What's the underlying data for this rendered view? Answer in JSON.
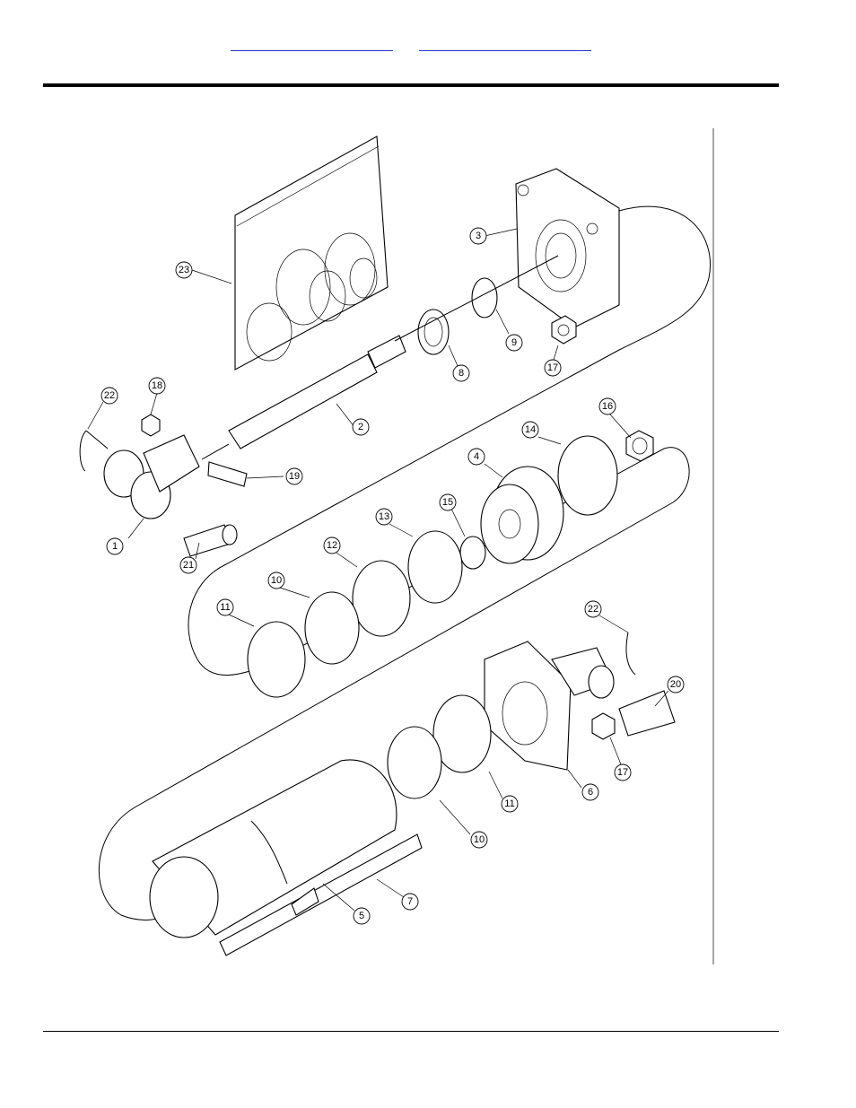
{
  "nav": {
    "link_1": "",
    "link_2": ""
  },
  "callouts": [
    {
      "id": "c23",
      "label": "23"
    },
    {
      "id": "c3",
      "label": "3"
    },
    {
      "id": "c9",
      "label": "9"
    },
    {
      "id": "c8",
      "label": "8"
    },
    {
      "id": "c17a",
      "label": "17"
    },
    {
      "id": "c22a",
      "label": "22"
    },
    {
      "id": "c18",
      "label": "18"
    },
    {
      "id": "c2",
      "label": "2"
    },
    {
      "id": "c16",
      "label": "16"
    },
    {
      "id": "c14",
      "label": "14"
    },
    {
      "id": "c4",
      "label": "4"
    },
    {
      "id": "c19",
      "label": "19"
    },
    {
      "id": "c15",
      "label": "15"
    },
    {
      "id": "c13",
      "label": "13"
    },
    {
      "id": "c12",
      "label": "12"
    },
    {
      "id": "c1",
      "label": "1"
    },
    {
      "id": "c21",
      "label": "21"
    },
    {
      "id": "c10a",
      "label": "10"
    },
    {
      "id": "c11a",
      "label": "11"
    },
    {
      "id": "c22b",
      "label": "22"
    },
    {
      "id": "c20",
      "label": "20"
    },
    {
      "id": "c17b",
      "label": "17"
    },
    {
      "id": "c6",
      "label": "6"
    },
    {
      "id": "c11b",
      "label": "11"
    },
    {
      "id": "c10b",
      "label": "10"
    },
    {
      "id": "c7",
      "label": "7"
    },
    {
      "id": "c5",
      "label": "5"
    }
  ]
}
